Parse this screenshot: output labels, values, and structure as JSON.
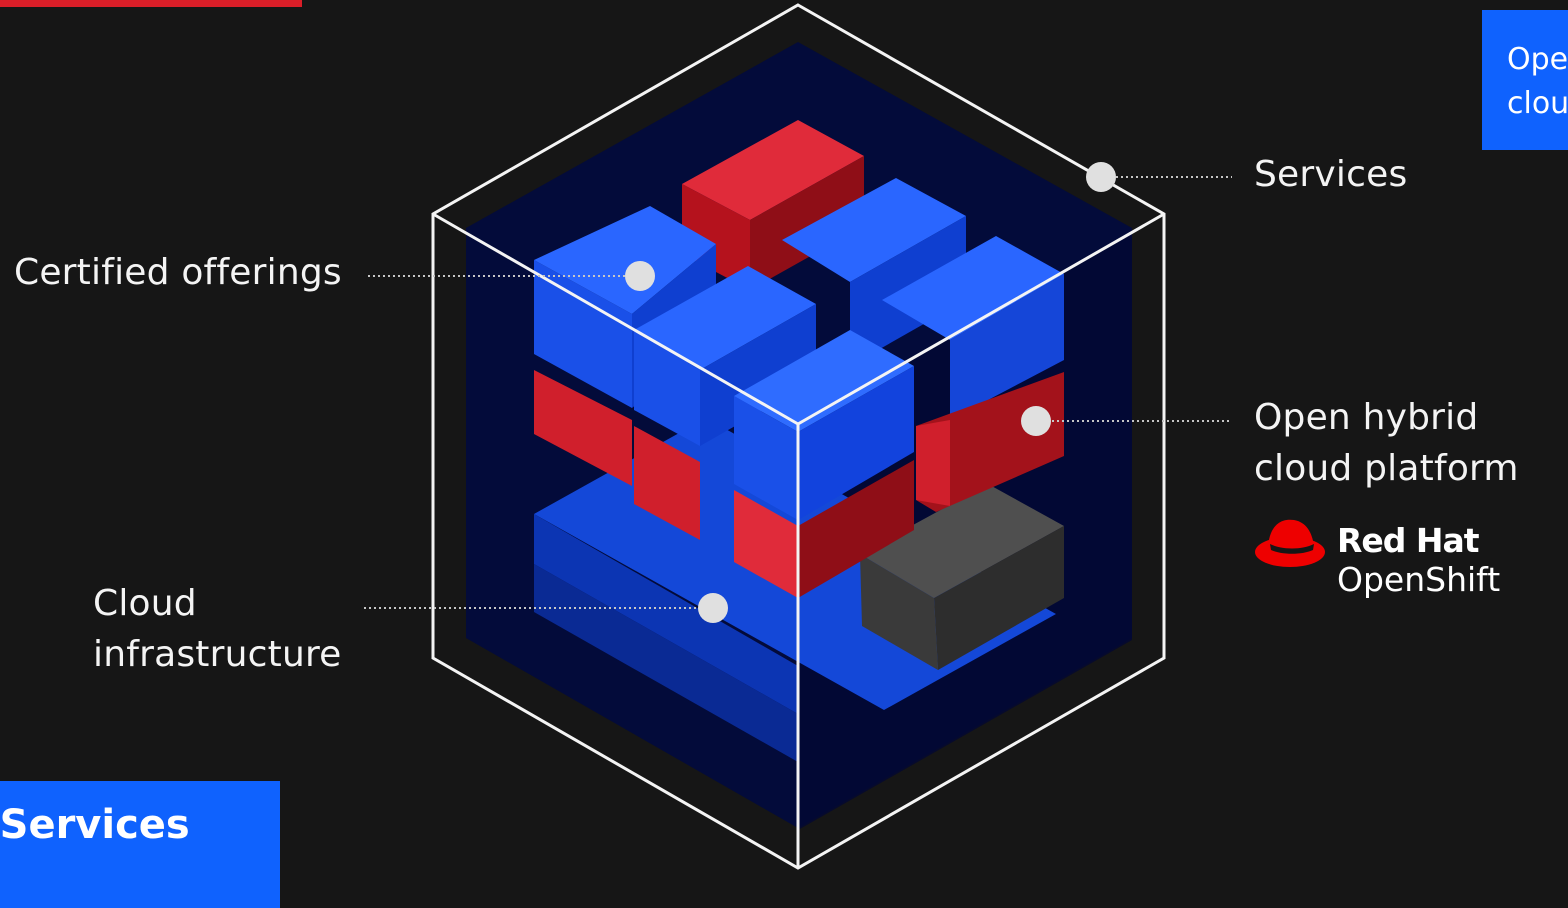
{
  "labels": {
    "services": "Services",
    "certified_offerings": "Certified offerings",
    "open_hybrid_line1": "Open hybrid",
    "open_hybrid_line2": "cloud platform",
    "cloud_infra_line1": "Cloud",
    "cloud_infra_line2": "infrastructure"
  },
  "logo": {
    "brand": "Red Hat",
    "product": "OpenShift",
    "icon": "red-hat-fedora-icon"
  },
  "cards": {
    "top_right_line1": "Ope",
    "top_right_line2": "clou",
    "bottom_left": "l Services"
  },
  "colors": {
    "background": "#161616",
    "card_blue": "#0f62fe",
    "accent_red": "#da1e28",
    "cube_fill": "#030b3a"
  }
}
